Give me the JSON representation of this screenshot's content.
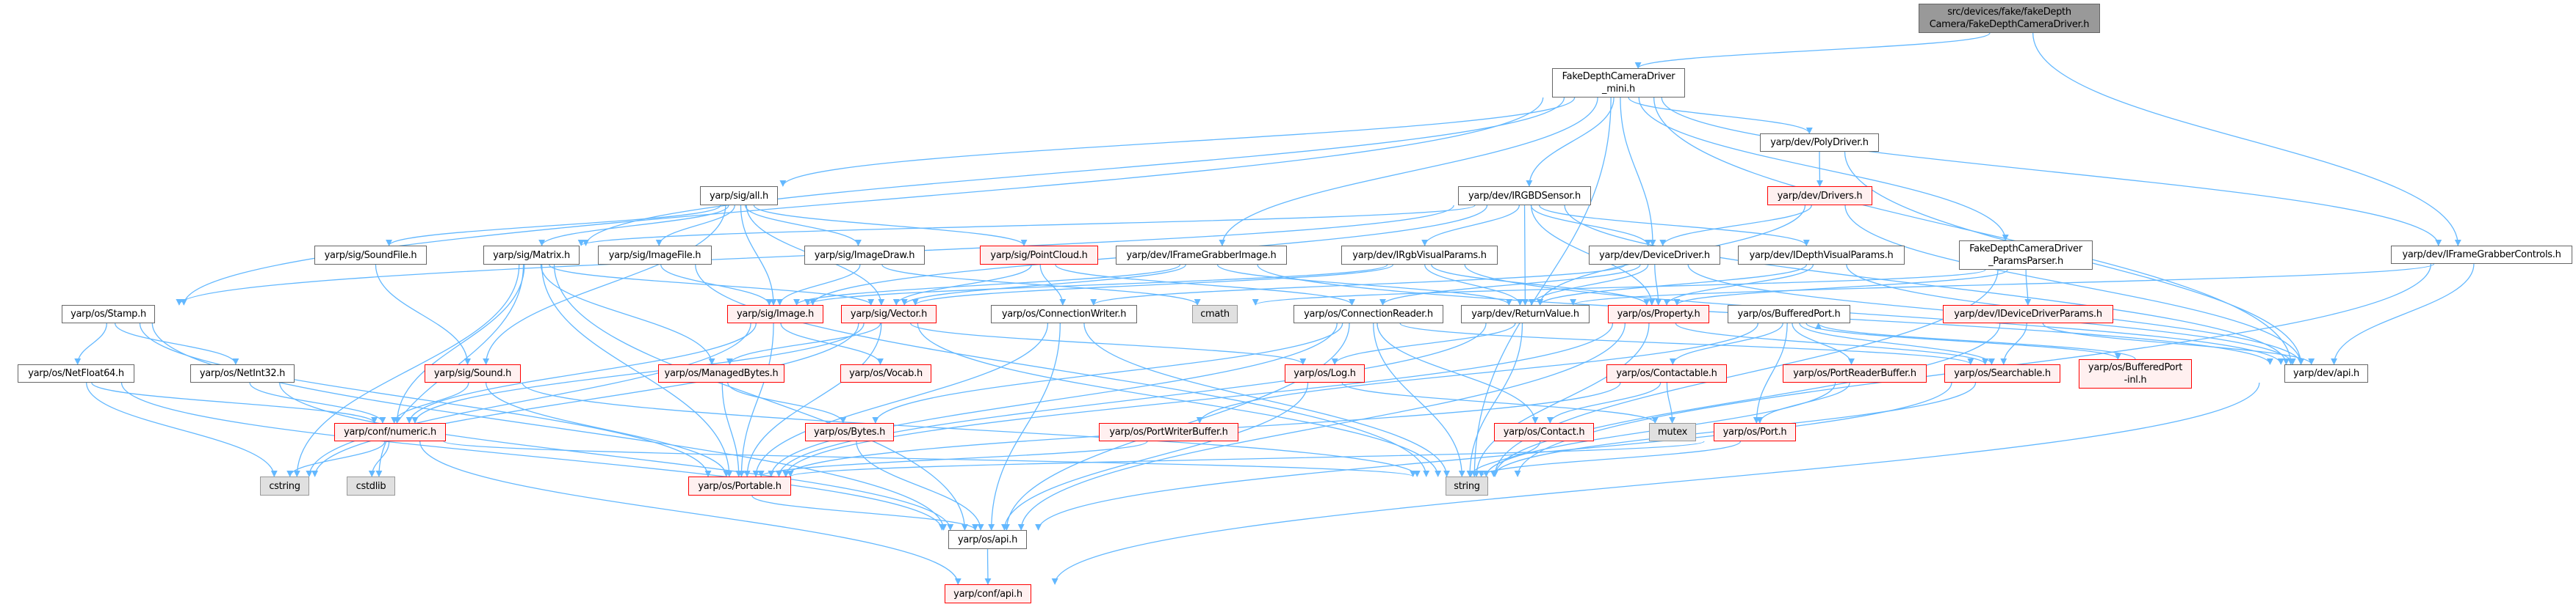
{
  "graph": {
    "edge_color": "#63b8ff",
    "nodes": {
      "root": {
        "label": "src/devices/fake/fakeDepth\nCamera/FakeDepthCameraDriver.h",
        "kind": "root"
      },
      "mini": {
        "label": "FakeDepthCameraDriver\n_mini.h",
        "kind": "normal"
      },
      "poly": {
        "label": "yarp/dev/PolyDriver.h",
        "kind": "normal"
      },
      "all": {
        "label": "yarp/sig/all.h",
        "kind": "normal"
      },
      "irgbd": {
        "label": "yarp/dev/IRGBDSensor.h",
        "kind": "normal"
      },
      "drivers": {
        "label": "yarp/dev/Drivers.h",
        "kind": "red"
      },
      "soundfile": {
        "label": "yarp/sig/SoundFile.h",
        "kind": "normal"
      },
      "matrix": {
        "label": "yarp/sig/Matrix.h",
        "kind": "normal"
      },
      "imagefile": {
        "label": "yarp/sig/ImageFile.h",
        "kind": "normal"
      },
      "imagedraw": {
        "label": "yarp/sig/ImageDraw.h",
        "kind": "normal"
      },
      "pointcloud": {
        "label": "yarp/sig/PointCloud.h",
        "kind": "red"
      },
      "ifgi": {
        "label": "yarp/dev/IFrameGrabberImage.h",
        "kind": "normal"
      },
      "irgbvp": {
        "label": "yarp/dev/IRgbVisualParams.h",
        "kind": "normal"
      },
      "devdrv": {
        "label": "yarp/dev/DeviceDriver.h",
        "kind": "normal"
      },
      "idepth": {
        "label": "yarp/dev/IDepthVisualParams.h",
        "kind": "normal"
      },
      "params": {
        "label": "FakeDepthCameraDriver\n_ParamsParser.h",
        "kind": "normal"
      },
      "ifgc": {
        "label": "yarp/dev/IFrameGrabberControls.h",
        "kind": "normal"
      },
      "stamp": {
        "label": "yarp/os/Stamp.h",
        "kind": "normal"
      },
      "image": {
        "label": "yarp/sig/Image.h",
        "kind": "red"
      },
      "vector": {
        "label": "yarp/sig/Vector.h",
        "kind": "red"
      },
      "connw": {
        "label": "yarp/os/ConnectionWriter.h",
        "kind": "normal"
      },
      "cmath": {
        "label": "cmath",
        "kind": "gray"
      },
      "connr": {
        "label": "yarp/os/ConnectionReader.h",
        "kind": "normal"
      },
      "retval": {
        "label": "yarp/dev/ReturnValue.h",
        "kind": "normal"
      },
      "property": {
        "label": "yarp/os/Property.h",
        "kind": "red"
      },
      "bport": {
        "label": "yarp/os/BufferedPort.h",
        "kind": "normal"
      },
      "iddp": {
        "label": "yarp/dev/IDeviceDriverParams.h",
        "kind": "red"
      },
      "netf64": {
        "label": "yarp/os/NetFloat64.h",
        "kind": "normal"
      },
      "neti32": {
        "label": "yarp/os/NetInt32.h",
        "kind": "normal"
      },
      "sound": {
        "label": "yarp/sig/Sound.h",
        "kind": "red"
      },
      "managed": {
        "label": "yarp/os/ManagedBytes.h",
        "kind": "red"
      },
      "vocab": {
        "label": "yarp/os/Vocab.h",
        "kind": "red"
      },
      "log": {
        "label": "yarp/os/Log.h",
        "kind": "red"
      },
      "contactable": {
        "label": "yarp/os/Contactable.h",
        "kind": "red"
      },
      "prb": {
        "label": "yarp/os/PortReaderBuffer.h",
        "kind": "red"
      },
      "searchable": {
        "label": "yarp/os/Searchable.h",
        "kind": "red"
      },
      "bpinl": {
        "label": "yarp/os/BufferedPort\n-inl.h",
        "kind": "red"
      },
      "devapi": {
        "label": "yarp/dev/api.h",
        "kind": "normal"
      },
      "numeric": {
        "label": "yarp/conf/numeric.h",
        "kind": "red"
      },
      "bytes": {
        "label": "yarp/os/Bytes.h",
        "kind": "red"
      },
      "pwb": {
        "label": "yarp/os/PortWriterBuffer.h",
        "kind": "red"
      },
      "contact": {
        "label": "yarp/os/Contact.h",
        "kind": "red"
      },
      "mutex": {
        "label": "mutex",
        "kind": "gray"
      },
      "port": {
        "label": "yarp/os/Port.h",
        "kind": "red"
      },
      "cstring": {
        "label": "cstring",
        "kind": "gray"
      },
      "cstdlib": {
        "label": "cstdlib",
        "kind": "gray"
      },
      "portable": {
        "label": "yarp/os/Portable.h",
        "kind": "red"
      },
      "string": {
        "label": "string",
        "kind": "gray"
      },
      "osapi": {
        "label": "yarp/os/api.h",
        "kind": "normal"
      },
      "confapi": {
        "label": "yarp/conf/api.h",
        "kind": "red"
      }
    },
    "edges": [
      [
        "root",
        "mini"
      ],
      [
        "root",
        "ifgc"
      ],
      [
        "mini",
        "all"
      ],
      [
        "mini",
        "matrix"
      ],
      [
        "mini",
        "stamp"
      ],
      [
        "mini",
        "irgbd"
      ],
      [
        "mini",
        "ifgi"
      ],
      [
        "mini",
        "devdrv"
      ],
      [
        "mini",
        "poly"
      ],
      [
        "mini",
        "params"
      ],
      [
        "mini",
        "ifgc"
      ],
      [
        "mini",
        "string"
      ],
      [
        "mini",
        "devapi"
      ],
      [
        "poly",
        "drivers"
      ],
      [
        "poly",
        "devapi"
      ],
      [
        "drivers",
        "devdrv"
      ],
      [
        "drivers",
        "retval"
      ],
      [
        "drivers",
        "devapi"
      ],
      [
        "all",
        "soundfile"
      ],
      [
        "all",
        "matrix"
      ],
      [
        "all",
        "imagefile"
      ],
      [
        "all",
        "imagedraw"
      ],
      [
        "all",
        "pointcloud"
      ],
      [
        "all",
        "image"
      ],
      [
        "all",
        "vector"
      ],
      [
        "all",
        "sound"
      ],
      [
        "irgbd",
        "irgbvp"
      ],
      [
        "irgbd",
        "idepth"
      ],
      [
        "irgbd",
        "devdrv"
      ],
      [
        "irgbd",
        "image"
      ],
      [
        "irgbd",
        "matrix"
      ],
      [
        "irgbd",
        "stamp"
      ],
      [
        "irgbd",
        "property"
      ],
      [
        "irgbd",
        "retval"
      ],
      [
        "irgbd",
        "devapi"
      ],
      [
        "irgbvp",
        "property"
      ],
      [
        "irgbvp",
        "retval"
      ],
      [
        "irgbvp",
        "vector"
      ],
      [
        "irgbvp",
        "image"
      ],
      [
        "irgbvp",
        "devapi"
      ],
      [
        "idepth",
        "property"
      ],
      [
        "idepth",
        "retval"
      ],
      [
        "idepth",
        "devapi"
      ],
      [
        "devdrv",
        "connr"
      ],
      [
        "devdrv",
        "connw"
      ],
      [
        "devdrv",
        "retval"
      ],
      [
        "devdrv",
        "property"
      ],
      [
        "devdrv",
        "devapi"
      ],
      [
        "ifgi",
        "image"
      ],
      [
        "ifgi",
        "vector"
      ],
      [
        "ifgi",
        "retval"
      ],
      [
        "ifgi",
        "devapi"
      ],
      [
        "params",
        "iddp"
      ],
      [
        "params",
        "property"
      ],
      [
        "params",
        "cmath"
      ],
      [
        "params",
        "string"
      ],
      [
        "ifgc",
        "devapi"
      ],
      [
        "ifgc",
        "retval"
      ],
      [
        "ifgc",
        "string"
      ],
      [
        "iddp",
        "searchable"
      ],
      [
        "iddp",
        "string"
      ],
      [
        "iddp",
        "devapi"
      ],
      [
        "soundfile",
        "sound"
      ],
      [
        "matrix",
        "vector"
      ],
      [
        "matrix",
        "managed"
      ],
      [
        "matrix",
        "portable"
      ],
      [
        "matrix",
        "cstdlib"
      ],
      [
        "matrix",
        "cstring"
      ],
      [
        "matrix",
        "osapi"
      ],
      [
        "matrix",
        "numeric"
      ],
      [
        "imagefile",
        "image"
      ],
      [
        "imagefile",
        "string"
      ],
      [
        "imagedraw",
        "image"
      ],
      [
        "imagedraw",
        "cmath"
      ],
      [
        "pointcloud",
        "vector"
      ],
      [
        "pointcloud",
        "connr"
      ],
      [
        "pointcloud",
        "connw"
      ],
      [
        "stamp",
        "netf64"
      ],
      [
        "stamp",
        "neti32"
      ],
      [
        "stamp",
        "portable"
      ],
      [
        "stamp",
        "osapi"
      ],
      [
        "image",
        "vocab"
      ],
      [
        "image",
        "portable"
      ],
      [
        "image",
        "numeric"
      ],
      [
        "image",
        "cstring"
      ],
      [
        "vector",
        "managed"
      ],
      [
        "vector",
        "portable"
      ],
      [
        "vector",
        "log"
      ],
      [
        "vector",
        "numeric"
      ],
      [
        "vector",
        "string"
      ],
      [
        "vector",
        "cstring"
      ],
      [
        "connw",
        "portable"
      ],
      [
        "connw",
        "osapi"
      ],
      [
        "connw",
        "string"
      ],
      [
        "connr",
        "portable"
      ],
      [
        "connr",
        "contact"
      ],
      [
        "connr",
        "bytes"
      ],
      [
        "connr",
        "string"
      ],
      [
        "connr",
        "searchable"
      ],
      [
        "connr",
        "osapi"
      ],
      [
        "retval",
        "log"
      ],
      [
        "retval",
        "string"
      ],
      [
        "retval",
        "portable"
      ],
      [
        "property",
        "portable"
      ],
      [
        "property",
        "searchable"
      ],
      [
        "property",
        "string"
      ],
      [
        "property",
        "osapi"
      ],
      [
        "bport",
        "contactable"
      ],
      [
        "bport",
        "prb"
      ],
      [
        "bport",
        "port"
      ],
      [
        "bport",
        "pwb"
      ],
      [
        "bport",
        "bpinl"
      ],
      [
        "bport",
        "searchable"
      ],
      [
        "contactable",
        "contact"
      ],
      [
        "contactable",
        "mutex"
      ],
      [
        "contactable",
        "portable"
      ],
      [
        "prb",
        "port"
      ],
      [
        "prb",
        "string"
      ],
      [
        "port",
        "portable"
      ],
      [
        "port",
        "string"
      ],
      [
        "log",
        "osapi"
      ],
      [
        "log",
        "mutex"
      ],
      [
        "managed",
        "bytes"
      ],
      [
        "managed",
        "portable"
      ],
      [
        "bytes",
        "osapi"
      ],
      [
        "pwb",
        "portable"
      ],
      [
        "contact",
        "string"
      ],
      [
        "searchable",
        "string"
      ],
      [
        "searchable",
        "osapi"
      ],
      [
        "bpinl",
        "bport"
      ],
      [
        "netf64",
        "numeric"
      ],
      [
        "netf64",
        "osapi"
      ],
      [
        "netf64",
        "cstring"
      ],
      [
        "neti32",
        "numeric"
      ],
      [
        "neti32",
        "osapi"
      ],
      [
        "sound",
        "numeric"
      ],
      [
        "sound",
        "portable"
      ],
      [
        "sound",
        "string"
      ],
      [
        "numeric",
        "cstring"
      ],
      [
        "numeric",
        "cstdlib"
      ],
      [
        "numeric",
        "confapi"
      ],
      [
        "numeric",
        "string"
      ],
      [
        "portable",
        "osapi"
      ],
      [
        "osapi",
        "confapi"
      ],
      [
        "devapi",
        "confapi"
      ]
    ]
  }
}
